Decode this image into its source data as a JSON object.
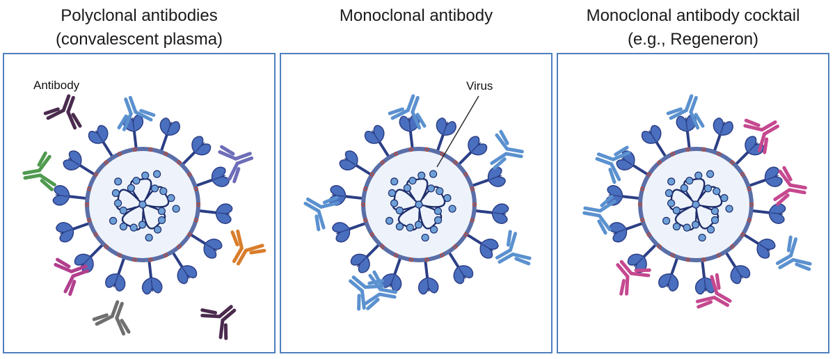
{
  "panels": [
    {
      "title_line1": "Polyclonal antibodies",
      "title_line2": "(convalescent plasma)",
      "annotation": "Antibody",
      "antibodies": [
        {
          "color": "#4a2b4e"
        },
        {
          "color": "#5b91cf"
        },
        {
          "color": "#6d6db8"
        },
        {
          "color": "#4f9a4f"
        },
        {
          "color": "#d97d2c"
        },
        {
          "color": "#b13f8d"
        },
        {
          "color": "#6f6f6f"
        },
        {
          "color": "#4a2b4e"
        }
      ]
    },
    {
      "title_line1": "Monoclonal antibody",
      "title_line2": "",
      "annotation": "Virus",
      "antibodies": [
        {
          "color": "#5b91cf"
        },
        {
          "color": "#5b91cf"
        },
        {
          "color": "#5b91cf"
        },
        {
          "color": "#5b91cf"
        },
        {
          "color": "#5b91cf"
        },
        {
          "color": "#5b91cf"
        }
      ]
    },
    {
      "title_line1": "Monoclonal antibody cocktail",
      "title_line2": "(e.g., Regeneron)",
      "annotation": "",
      "antibodies": [
        {
          "color": "#5b91cf"
        },
        {
          "color": "#c5488f"
        },
        {
          "color": "#5b91cf"
        },
        {
          "color": "#c5488f"
        },
        {
          "color": "#5b91cf"
        },
        {
          "color": "#5b91cf"
        },
        {
          "color": "#c5488f"
        },
        {
          "color": "#c5488f"
        }
      ]
    }
  ],
  "colors": {
    "frame": "#4e7fbd",
    "virus_fill": "#eef3fb",
    "virus_membrane": "#5a6fa8",
    "spike": "#4a6fbf",
    "spike_dark": "#2c3f86",
    "rna": "#1f2e6b",
    "rna_bead": "#6ea0d8",
    "membrane_protein": "#b24a3f"
  }
}
